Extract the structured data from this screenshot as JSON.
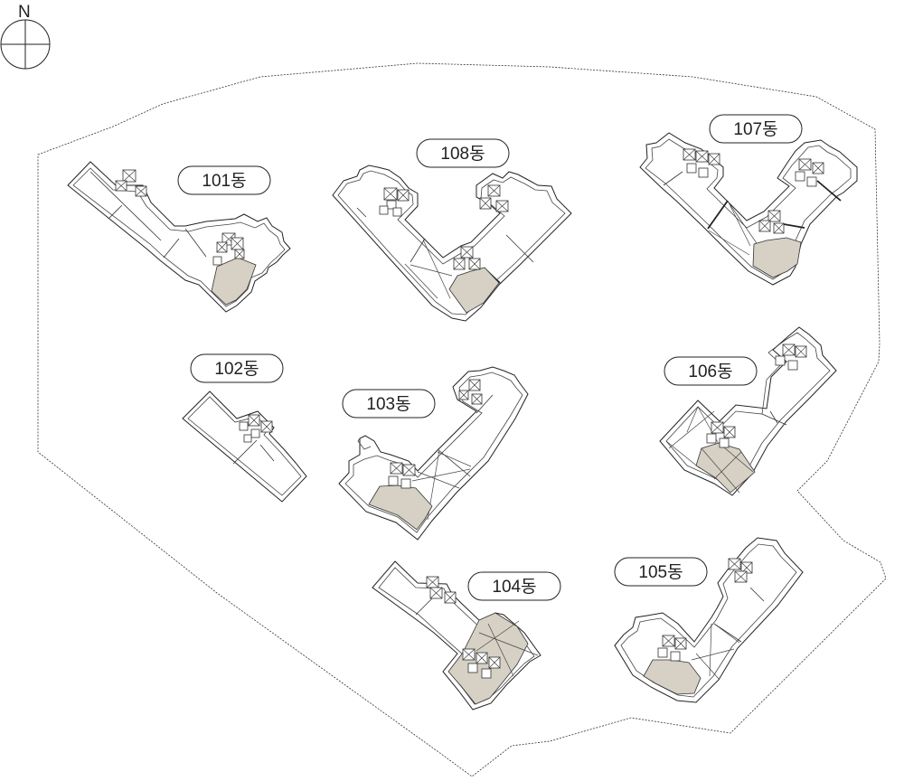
{
  "compass": {
    "letter": "N"
  },
  "buildings": [
    {
      "id": "101",
      "label": "101동"
    },
    {
      "id": "102",
      "label": "102동"
    },
    {
      "id": "103",
      "label": "103동"
    },
    {
      "id": "104",
      "label": "104동"
    },
    {
      "id": "105",
      "label": "105동"
    },
    {
      "id": "106",
      "label": "106동"
    },
    {
      "id": "107",
      "label": "107동"
    },
    {
      "id": "108",
      "label": "108동"
    }
  ],
  "colors": {
    "highlight": "#d6d1c4",
    "line": "#222222",
    "background": "#ffffff"
  }
}
